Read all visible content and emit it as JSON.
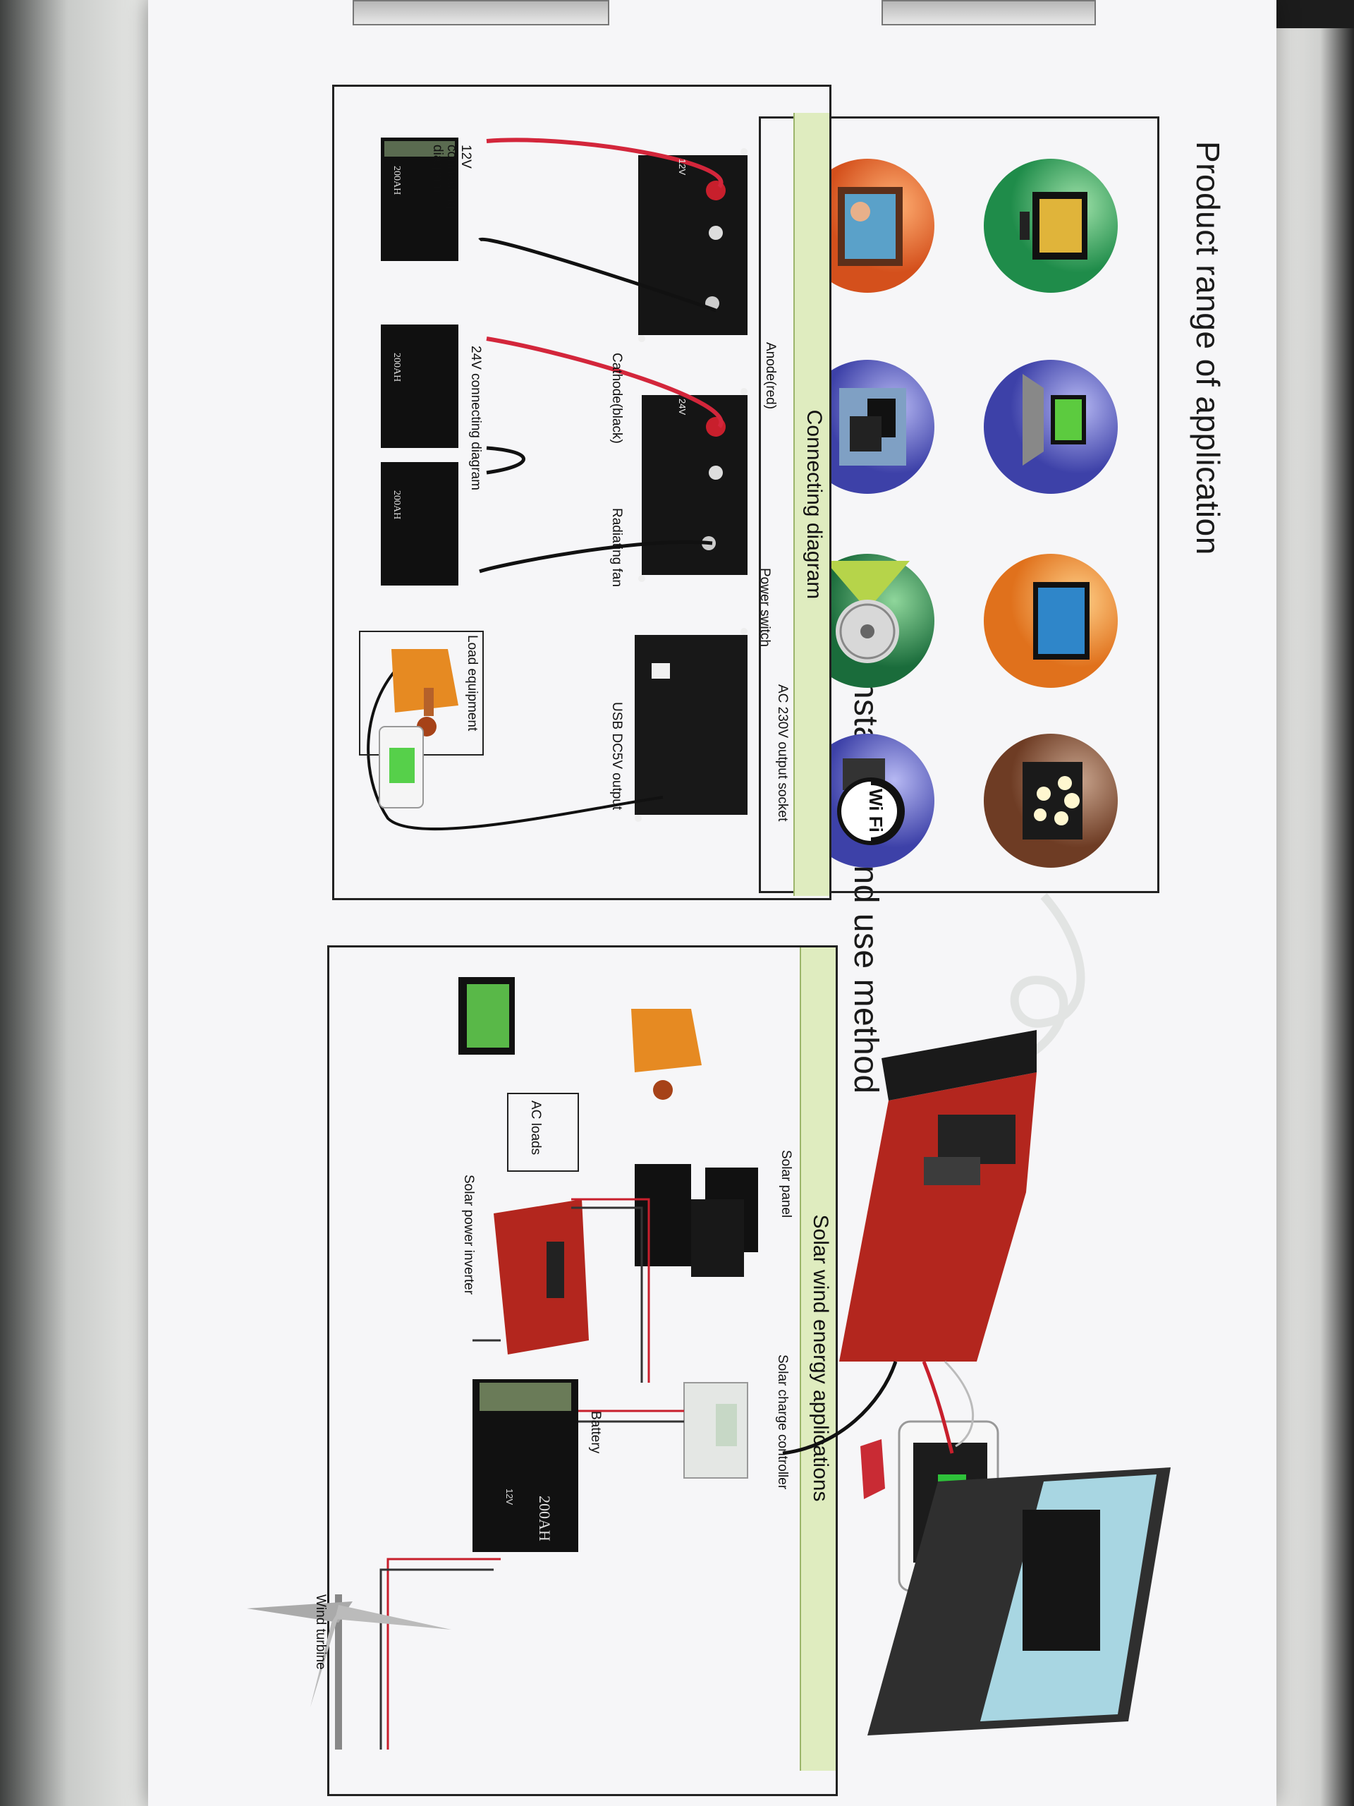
{
  "sections": {
    "product_range": {
      "title": "Product range of application"
    },
    "installation": {
      "title": "Installation and use method"
    },
    "connecting": {
      "title": "Connecting diagram",
      "label_12v": "12V connecting diagram",
      "label_24v": "24V connecting diagram",
      "anode": "Anode(red)",
      "cathode": "Cathode(black)",
      "fan": "Radiating fan",
      "power_switch": "Power switch",
      "ac_socket": "AC 230V output socket",
      "usb": "USB DC5V output",
      "load": "Load equipment",
      "v12": "12V",
      "v24": "24V"
    },
    "solar_wind": {
      "title": "Solar wind energy applications",
      "solar_panel": "Solar panel",
      "controller": "Solar charge controller",
      "battery": "Battery",
      "ac_loads": "AC loads",
      "inverter": "Solar power inverter",
      "wind": "Wind turbine"
    }
  },
  "battery": {
    "capacity": "200AH",
    "voltage": "12V"
  },
  "application_icons": [
    "tv-icon",
    "laptop-icon",
    "tablet-icon",
    "fan-icon",
    "monitor-icon",
    "wifi-icon",
    "chandelier-icon",
    "photo-frame-icon"
  ],
  "wifi_text": "Wi Fi",
  "colors": {
    "bar": "#dfecbf",
    "inverter_red": "#b3261e",
    "cable_red": "#d3263b",
    "box": "#f6f6f8"
  }
}
